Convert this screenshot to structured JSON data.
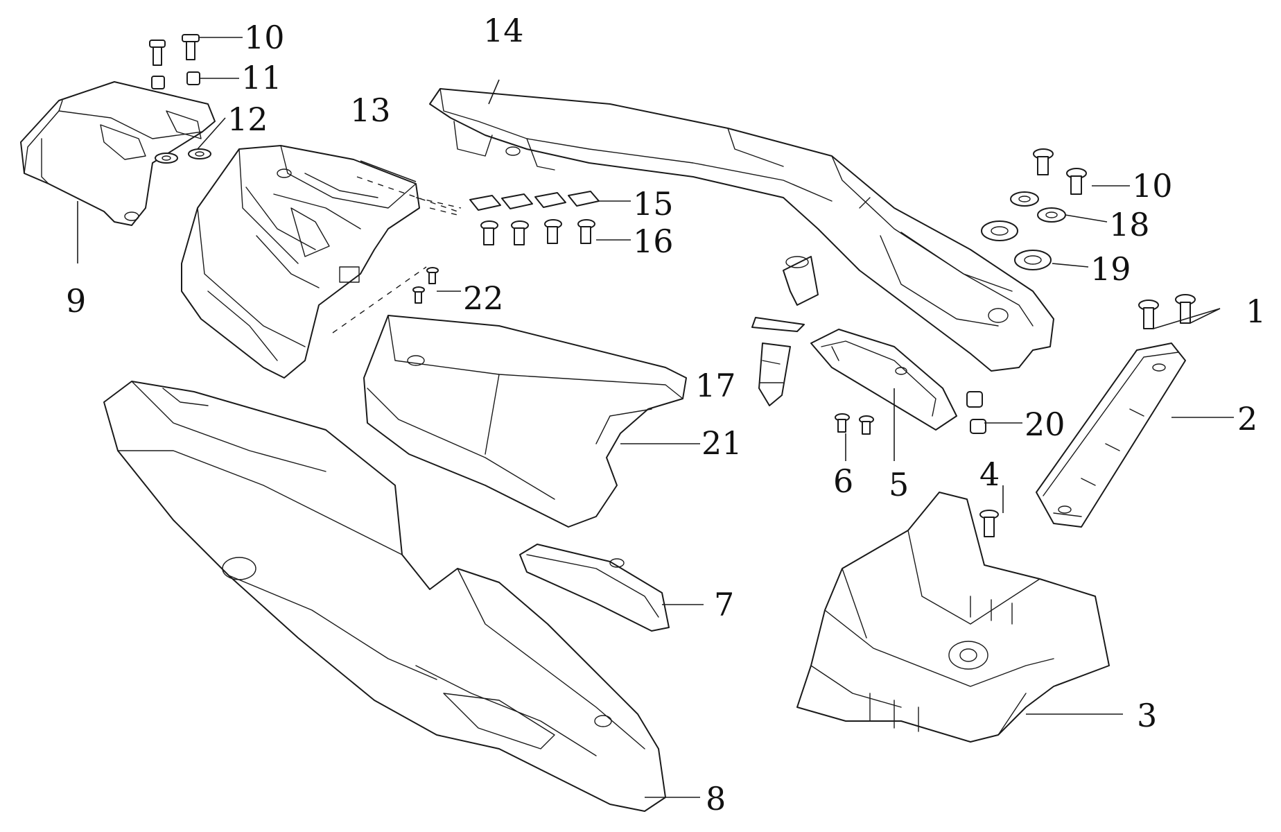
{
  "callouts": [
    {
      "id": "1",
      "label": "1"
    },
    {
      "id": "2",
      "label": "2"
    },
    {
      "id": "3",
      "label": "3"
    },
    {
      "id": "4",
      "label": "4"
    },
    {
      "id": "5",
      "label": "5"
    },
    {
      "id": "6",
      "label": "6"
    },
    {
      "id": "7",
      "label": "7"
    },
    {
      "id": "8",
      "label": "8"
    },
    {
      "id": "9",
      "label": "9"
    },
    {
      "id": "10a",
      "label": "10"
    },
    {
      "id": "10b",
      "label": "10"
    },
    {
      "id": "11",
      "label": "11"
    },
    {
      "id": "12",
      "label": "12"
    },
    {
      "id": "13",
      "label": "13"
    },
    {
      "id": "14",
      "label": "14"
    },
    {
      "id": "15",
      "label": "15"
    },
    {
      "id": "16",
      "label": "16"
    },
    {
      "id": "17",
      "label": "17"
    },
    {
      "id": "18",
      "label": "18"
    },
    {
      "id": "19",
      "label": "19"
    },
    {
      "id": "20",
      "label": "20"
    },
    {
      "id": "21",
      "label": "21"
    },
    {
      "id": "22",
      "label": "22"
    }
  ],
  "colors": {
    "line": "#1a1a1a",
    "background": "#ffffff",
    "text": "#111111"
  }
}
